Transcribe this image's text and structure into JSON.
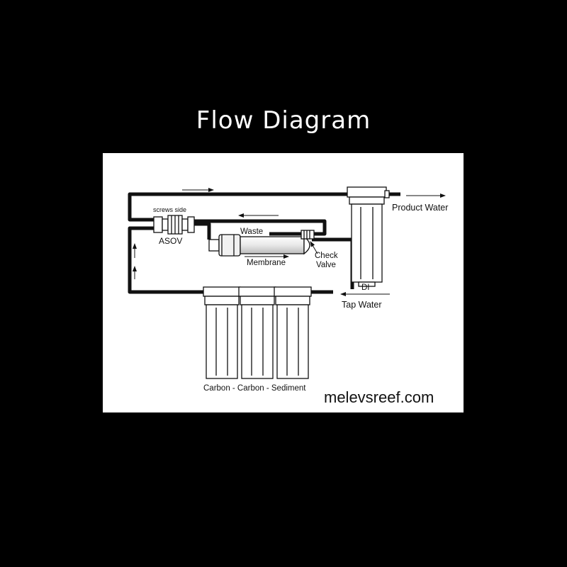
{
  "page": {
    "title": "Flow Diagram"
  },
  "diagram": {
    "labels": {
      "product_water": "Product Water",
      "screws_side": "screws side",
      "waste": "Waste",
      "asov": "ASOV",
      "membrane": "Membrane",
      "check": "Check",
      "valve": "Valve",
      "di": "DI",
      "tap_water": "Tap Water",
      "filters": "Carbon - Carbon - Sediment"
    },
    "watermark": "melevsreef.com"
  },
  "colors": {
    "background": "#000000",
    "panel": "#ffffff",
    "ink": "#111111"
  }
}
